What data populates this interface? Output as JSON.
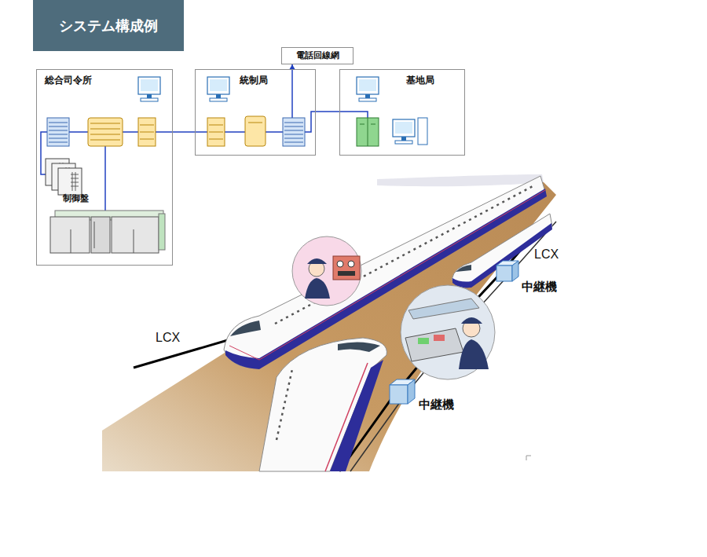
{
  "diagram": {
    "title": "システム構成例",
    "nodes": [
      {
        "text": [
          "総合司令所"
        ]
      },
      {
        "text": [
          "統制局"
        ]
      },
      {
        "text": [
          "電話回線網"
        ]
      },
      {
        "text": [
          "基地局"
        ]
      }
    ],
    "edges": [
      {
        "from": 0,
        "to": 1,
        "arrow": "none"
      },
      {
        "from": 1,
        "to": 2,
        "arrow": "to"
      },
      {
        "from": 1,
        "to": 3,
        "arrow": "none"
      }
    ],
    "labels": [
      "制御盤",
      "LCX",
      "中継機",
      "LCX",
      "中継機"
    ]
  }
}
